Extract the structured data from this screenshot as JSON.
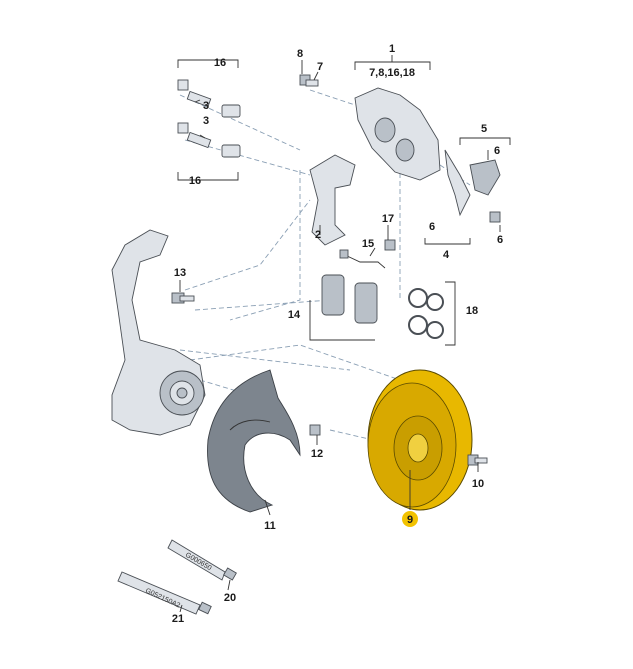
{
  "diagram": {
    "callouts": {
      "c1": "1",
      "c1sub": "7,8,16,18",
      "c2": "2",
      "c3a": "3",
      "c3b": "3",
      "c4": "4",
      "c5": "5",
      "c6a": "6",
      "c6b": "6",
      "c6c": "6",
      "c7": "7",
      "c8": "8",
      "c9": "9",
      "c10": "10",
      "c11": "11",
      "c12": "12",
      "c13": "13",
      "c14": "14",
      "c15": "15",
      "c16a": "16",
      "c16b": "16",
      "c17": "17",
      "c18": "18",
      "c20": "20",
      "c21": "21"
    },
    "tube_labels": {
      "tube20": "G000650",
      "tube21": "G052150A2"
    },
    "colors": {
      "highlight_disc": "#e8b800",
      "highlight_badge": "#f2c200",
      "guide_lines": "#8a9fb4"
    }
  }
}
